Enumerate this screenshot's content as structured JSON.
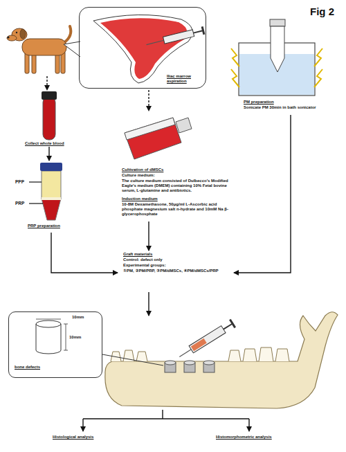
{
  "diagram": {
    "title": "Fig 2",
    "nodes": [
      {
        "text": [
          "Iliac marrow aspiration"
        ]
      },
      {
        "text": [
          "bone defects"
        ]
      }
    ],
    "labels": [
      "PPP",
      "PRP",
      "Collect whole blood",
      "PRP preparation",
      "Cultivation of dMSCs",
      "Culture medium:",
      "The culture medium consisted of Dulbecco's Modified Eagle's medium (DMEM) containing 10% Fetal bovine serum, L-glutamine and antibiotics.",
      "Induction medium",
      "10-8M Dexamethasone, 50μg/ml L-Ascorbic acid phosphate magnesium salt n-hydrate and 10mM Na β-glycerophosphate",
      "PM preparation",
      "Sonicate PM 30min in bath sonicator",
      "Graft materials",
      "Control: defect only",
      "Experimental groups:",
      "①PM, ②PM/PRP, ③PM/dMSCs, ④PM/dMSCs/PRP",
      "10mm",
      "10mm",
      "Histological analysis",
      "Histomorphometric analysis"
    ]
  }
}
